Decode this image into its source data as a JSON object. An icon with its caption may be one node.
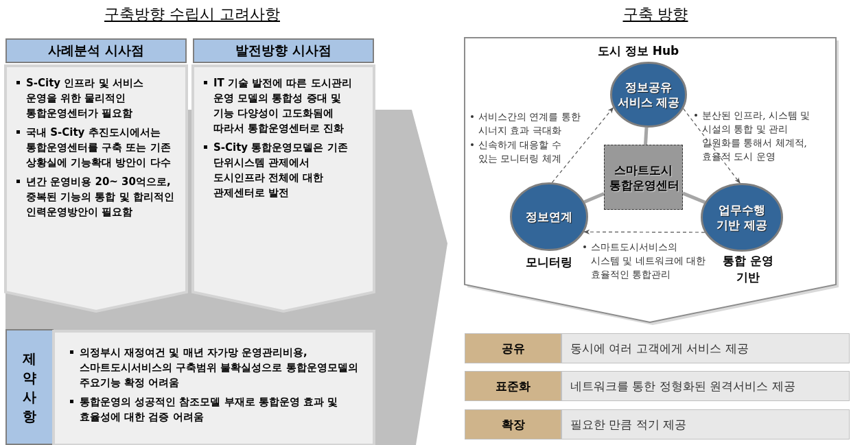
{
  "diagram": {
    "nodes": [
      {
        "text": [
          "사례분석 시사점"
        ]
      },
      {
        "text": [
          "S-City 인프라 및 서비스 운영을 위한 물리적인 통합운영센터가 필요함",
          "국내 S-City 추진도시에서는 통합운영센터를 구축 또는 기존 상황실에 기능확대 방안이 다수",
          "년간 운영비용 20~ 30억으로, 중복된 기능의 통합 및 합리적인 인력운영방안이 필요함"
        ]
      },
      {
        "text": [
          "발전방향 시사점"
        ]
      },
      {
        "text": [
          "IT 기술 발전에 따른 도시관리 운영 모델의 통합성 증대 및 기능 다양성이 고도화됨에 따라서 통합운영센터로 진화",
          "S-City 통합운영모델은 기존 단위시스템 관제에서 도시인프라 전체에 대한 관제센터로 발전"
        ]
      },
      {
        "text": [
          "제약사항"
        ]
      },
      {
        "text": [
          "의정부시 재정여건 및 매년 자가망 운영관리비용, 스마트도시서비스의 구축범위 불확실성으로 통합운영모델의 주요기능 확정 어려움",
          "통합운영의 성공적인 참조모델 부재로 통합운영 효과 및 효율성에 대한 검증 어려움"
        ]
      },
      {
        "text": [],
        "shape": "pentagon"
      },
      {
        "text": [
          "정보공유 서비스 제공"
        ],
        "in": 6,
        "beside": [
          "도시 정보 Hub"
        ]
      },
      {
        "text": [
          "스마트도시 통합운영센터"
        ],
        "in": 6
      },
      {
        "text": [
          "정보연계"
        ],
        "in": 6,
        "beside": [
          "모니터링"
        ]
      },
      {
        "text": [
          "업무수행 기반 제공"
        ],
        "in": 6,
        "beside": [
          "통합 운영 기반"
        ]
      },
      {
        "text": [
          "공유"
        ]
      },
      {
        "text": [
          "동시에 여러 고객에게 서비스 제공"
        ]
      },
      {
        "text": [
          "표준화"
        ]
      },
      {
        "text": [
          "네트워크를 통한 정형화된 원격서비스 제공"
        ]
      },
      {
        "text": [
          "확장"
        ]
      },
      {
        "text": [
          "필요한 만큼 적기 제공"
        ]
      }
    ],
    "edges": [
      {
        "from": 8,
        "to": 7,
        "arrow": "none",
        "style": "thick",
        "color": "#a6a6a6"
      },
      {
        "from": 8,
        "to": 9,
        "arrow": "none",
        "style": "thick",
        "color": "#a6a6a6"
      },
      {
        "from": 8,
        "to": 10,
        "arrow": "none",
        "style": "thick",
        "color": "#a6a6a6"
      },
      {
        "from": 9,
        "to": 7,
        "arrow": "to",
        "style": "dashed"
      },
      {
        "from": 7,
        "to": 10,
        "arrow": "to",
        "style": "dashed"
      },
      {
        "from": 10,
        "to": 9,
        "arrow": "to",
        "style": "dashed"
      }
    ],
    "labels": [
      "구축방향 수립시 고려사항",
      "구축 방향",
      "서비스간의 연계를 통한 시너지 효과 극대화",
      "신속하게 대응할 수 있는 모니터링 체계",
      "분산된 인프라, 시스템 및 시설의 통합 및 관리 일원화를 통해서 체계적, 효율적 도시 운영",
      "스마트도시서비스의 시스템 및 네트워크에 대한 효율적인 통합관리"
    ]
  }
}
